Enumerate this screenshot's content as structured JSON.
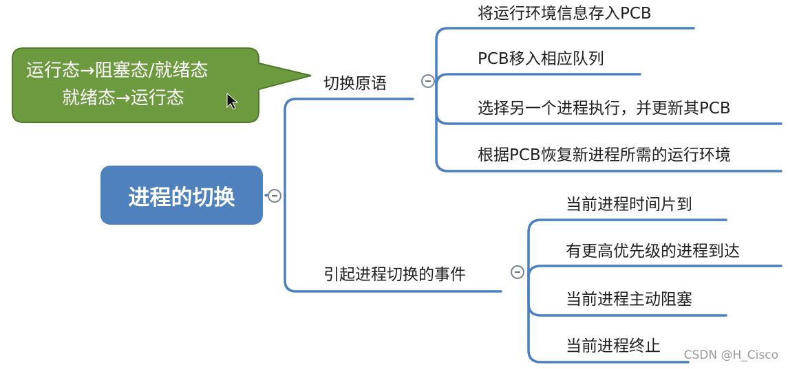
{
  "callout": {
    "line1": "运行态→阻塞态/就绪态",
    "line2": "就绪态→运行态"
  },
  "root": {
    "label": "进程的切换"
  },
  "branches": [
    {
      "label": "切换原语",
      "items": [
        "将运行环境信息存入PCB",
        "PCB移入相应队列",
        "选择另一个进程执行，并更新其PCB",
        "根据PCB恢复新进程所需的运行环境"
      ]
    },
    {
      "label": "引起进程切换的事件",
      "items": [
        "当前进程时间片到",
        "有更高优先级的进程到达",
        "当前进程主动阻塞",
        "当前进程终止"
      ]
    }
  ],
  "watermark": "CSDN @H_Cisco",
  "colors": {
    "root_fill": "#4f81bd",
    "connector": "#4a7fc0",
    "callout_fill": "#6e9a3f",
    "callout_border": "#4f7a2a"
  }
}
